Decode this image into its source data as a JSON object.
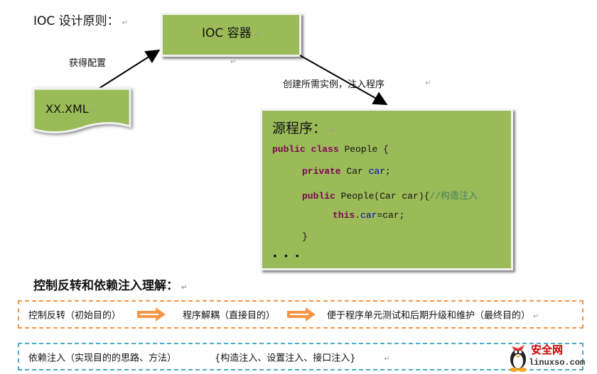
{
  "title": "IOC 设计原则：",
  "ioc_box": "IOC 容器",
  "get_config": "获得配置",
  "xml_box": "XX.XML",
  "create_label": "创建所需实例，注入程序",
  "source": {
    "heading": "源程序：",
    "line1": {
      "kw1": "public",
      "kw2": "class",
      "rest": " People {"
    },
    "line2": {
      "kw": "private",
      "type": " Car ",
      "field": "car",
      "end": ";"
    },
    "line3": {
      "kw": "public",
      "rest": " People(Car car){",
      "comment": "//构造注入"
    },
    "line4": {
      "kw": "this",
      "dot": ".",
      "field": "car",
      "rest": "=car;"
    },
    "line5": "}",
    "ellipsis": "• • •"
  },
  "section_title": "控制反转和依赖注入理解：",
  "flow": {
    "step1": "控制反转（初始目的）",
    "step2": "程序解耦（直接目的）",
    "step3": "便于程序单元测试和后期升级和维护（最终目的）"
  },
  "di": {
    "label": "依赖注入（实现目的的思路、方法）",
    "methods": "{构造注入、设置注入、接口注入}"
  },
  "watermark": {
    "name": "安全网",
    "site": "linuxso.com"
  },
  "colors": {
    "green": "#9bbb59",
    "orange": "#f79646",
    "blue": "#4bacc6"
  }
}
